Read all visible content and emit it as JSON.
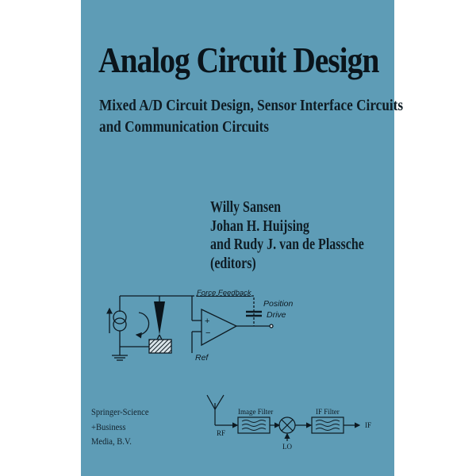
{
  "cover": {
    "background_color": "#5e9cb6",
    "title": "Analog Circuit Design",
    "subtitle_lines": [
      "Mixed A/D Circuit Design, Sensor Interface Circuits",
      "and Communication Circuits"
    ],
    "editors_lines": [
      "Willy Sansen",
      "Johan H. Huijsing",
      "and Rudy J. van de Plassche",
      "(editors)"
    ],
    "publisher_lines": [
      "Springer-Science",
      "+Business",
      "Media, B.V."
    ],
    "sensor_diagram": {
      "labels": {
        "feedback": "Force Feedback",
        "position": "Position",
        "drive": "Drive",
        "plus": "+",
        "minus": "−",
        "ref": "Ref"
      }
    },
    "receiver_diagram": {
      "labels": {
        "rf": "RF",
        "image_filter": "Image Filter",
        "lo": "LO",
        "if_filter": "IF Filter",
        "if_out": "IF"
      }
    }
  }
}
